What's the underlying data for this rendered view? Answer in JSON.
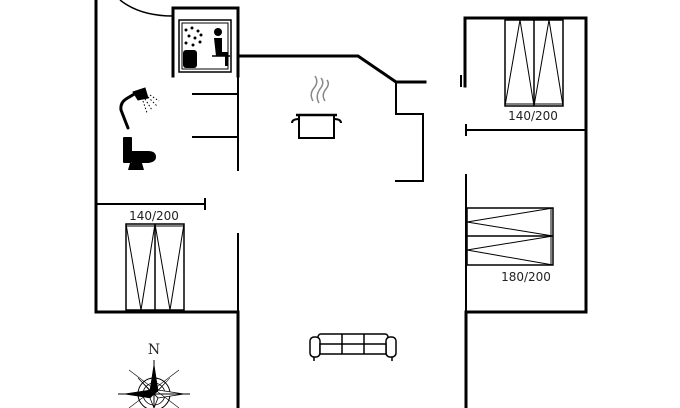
{
  "bed_labels": {
    "left_bed": "140/200",
    "top_right_bed": "140/200",
    "right_bed": "180/200"
  },
  "compass": {
    "north": "N"
  },
  "icons": [
    "sauna-icon",
    "shower-icon",
    "toilet-icon",
    "cooking-pot-icon",
    "sofa-icon",
    "compass-rose-icon",
    "bed-icon"
  ],
  "colors": {
    "wall": "#000000",
    "line": "#333333",
    "background": "#ffffff"
  }
}
